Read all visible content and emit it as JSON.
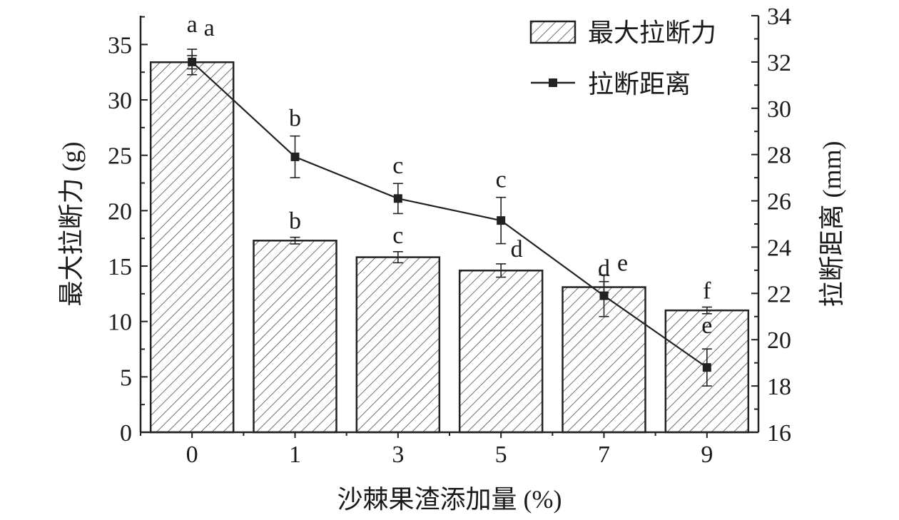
{
  "chart_data": {
    "type": "bar+line",
    "categories": [
      "0",
      "1",
      "3",
      "5",
      "7",
      "9"
    ],
    "xlabel": "沙棘果渣添加量 (%)",
    "ylabel_left": "最大拉断力 (g)",
    "ylabel_right": "拉断距离 (mm)",
    "ylim_left": [
      0,
      37.6
    ],
    "ylim_right": [
      16,
      34
    ],
    "yticks_left": [
      "0",
      "5",
      "10",
      "15",
      "20",
      "25",
      "30",
      "35"
    ],
    "yticks_right": [
      "16",
      "18",
      "20",
      "22",
      "24",
      "26",
      "28",
      "30",
      "32",
      "34"
    ],
    "legend_position": "top-right",
    "series": [
      {
        "name": "最大拉断力",
        "type": "bar",
        "axis": "left",
        "values": [
          33.4,
          17.3,
          15.8,
          14.6,
          13.1,
          11.0
        ],
        "errors": [
          0.6,
          0.3,
          0.5,
          0.6,
          0.5,
          0.3
        ],
        "letters": [
          "a",
          "b",
          "c",
          "d",
          "d",
          "f"
        ]
      },
      {
        "name": "拉断距离",
        "type": "line",
        "axis": "right",
        "values": [
          32.0,
          27.9,
          26.1,
          25.15,
          21.9,
          18.8
        ],
        "errors": [
          0.55,
          0.9,
          0.65,
          1.0,
          0.9,
          0.8
        ],
        "letters": [
          "a",
          "b",
          "c",
          "c",
          "e",
          "e"
        ]
      }
    ],
    "grid": false
  }
}
